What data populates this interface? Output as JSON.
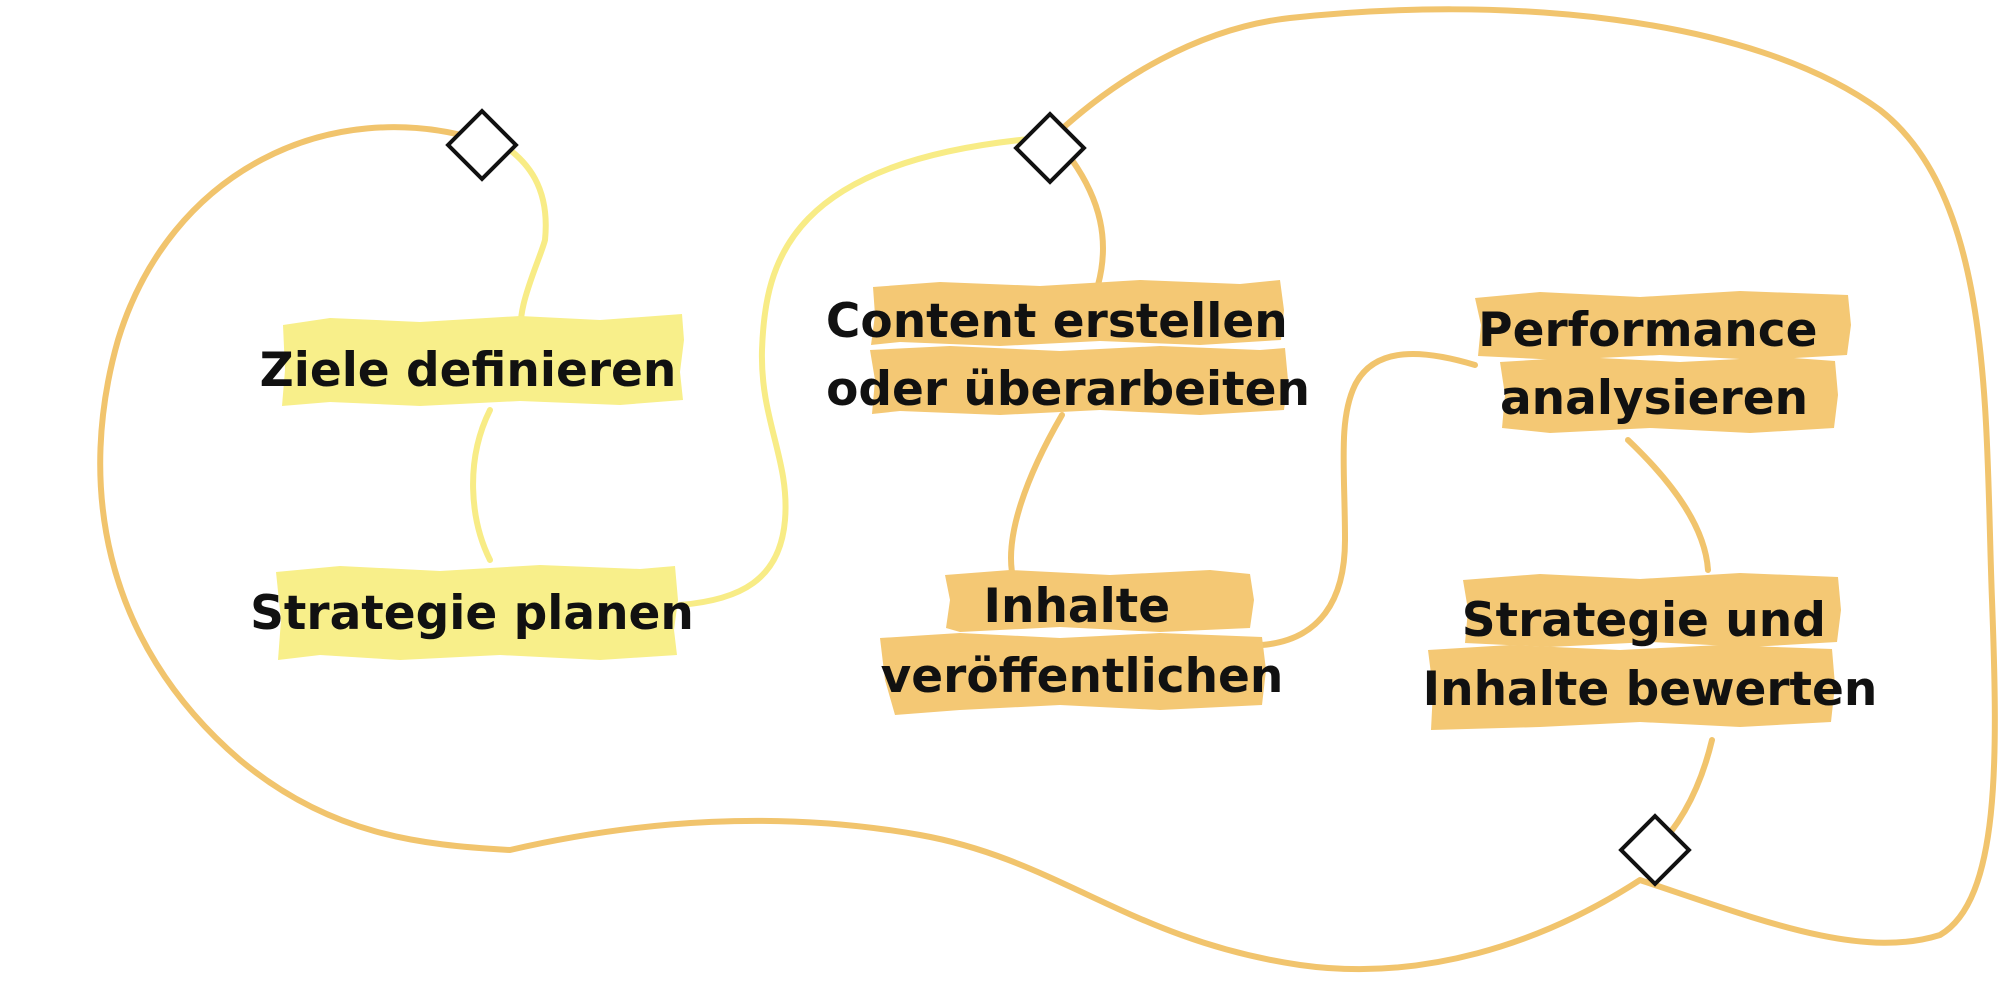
{
  "colors": {
    "orange": "#f4c874",
    "yellow": "#f8ef8a",
    "text": "#111111"
  },
  "nodes": {
    "ziele_definieren": {
      "lines": [
        "Ziele definieren"
      ]
    },
    "strategie_planen": {
      "lines": [
        "Strategie planen"
      ]
    },
    "content_erstellen": {
      "lines": [
        "Content erstellen",
        "oder überarbeiten"
      ]
    },
    "inhalte_veroeffentlichen": {
      "lines": [
        "Inhalte",
        "veröffentlichen"
      ]
    },
    "performance_analysieren": {
      "lines": [
        "Performance",
        "analysieren"
      ]
    },
    "strategie_bewerten": {
      "lines": [
        "Strategie und",
        "Inhalte bewerten"
      ]
    }
  }
}
